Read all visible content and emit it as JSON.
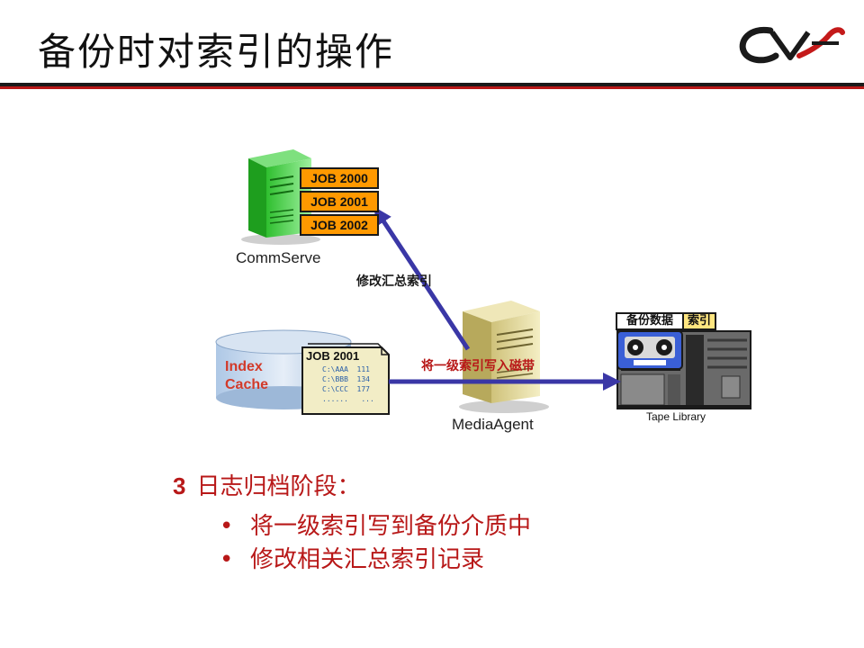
{
  "slide": {
    "title": "备份时对索引的操作"
  },
  "diagram": {
    "commserve": {
      "label": "CommServe",
      "jobs": [
        "JOB 2000",
        "JOB 2001",
        "JOB 2002"
      ]
    },
    "index_cache": {
      "label_line1": "Index",
      "label_line2": "Cache",
      "doc_title": "JOB 2001",
      "doc_lines": [
        "C:\\AAA  111",
        "C:\\BBB  134",
        "C:\\CCC  177",
        "......   ..."
      ]
    },
    "media_agent": {
      "label": "MediaAgent"
    },
    "tape_library": {
      "label": "Tape Library",
      "tag_data": "备份数据",
      "tag_index": "索引"
    },
    "arrows": {
      "to_commserve_label": "修改汇总索引",
      "to_tape_label": "将一级索引写入磁带"
    },
    "colors": {
      "arrow": "#3a37a6",
      "job_fill": "#ff9900",
      "server_green": "#33cc33",
      "server_tan": "#e6dc9a",
      "accent_red": "#b81818",
      "tag_yellow": "#ffe680"
    }
  },
  "stage": {
    "number": "3",
    "heading": "日志归档阶段：",
    "bullet_char": "•",
    "bullets": [
      "将一级索引写到备份介质中",
      "修改相关汇总索引记录"
    ]
  }
}
